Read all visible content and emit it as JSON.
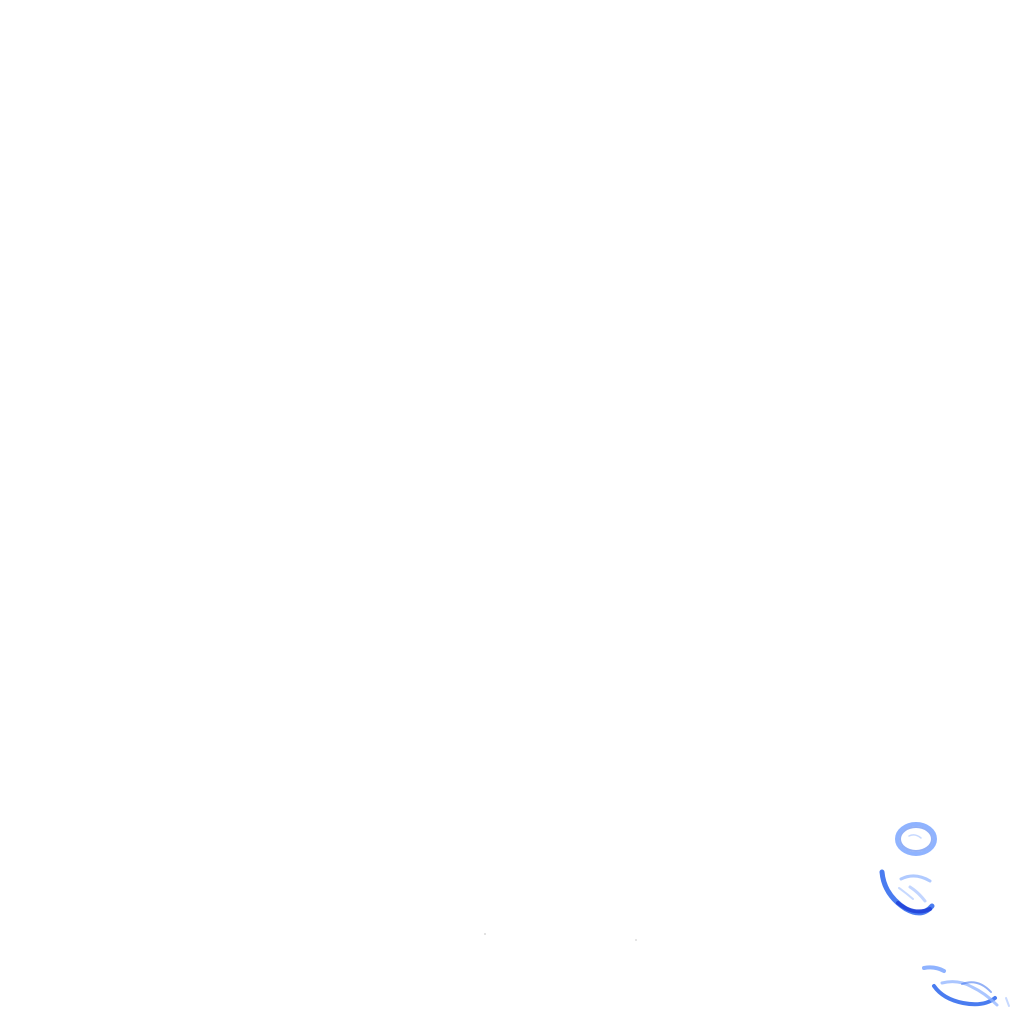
{
  "canvas": {
    "background": "#ffffff"
  },
  "marks": {
    "count": 3,
    "palette": {
      "light": "#8fb3ff",
      "mid": "#4a7cf0",
      "dark": "#1f3fd8"
    },
    "items": [
      {
        "name": "ring-shaped-stroke-mark"
      },
      {
        "name": "crescent-shaped-stroke-mark"
      },
      {
        "name": "scribble-stroke-mark"
      }
    ]
  }
}
